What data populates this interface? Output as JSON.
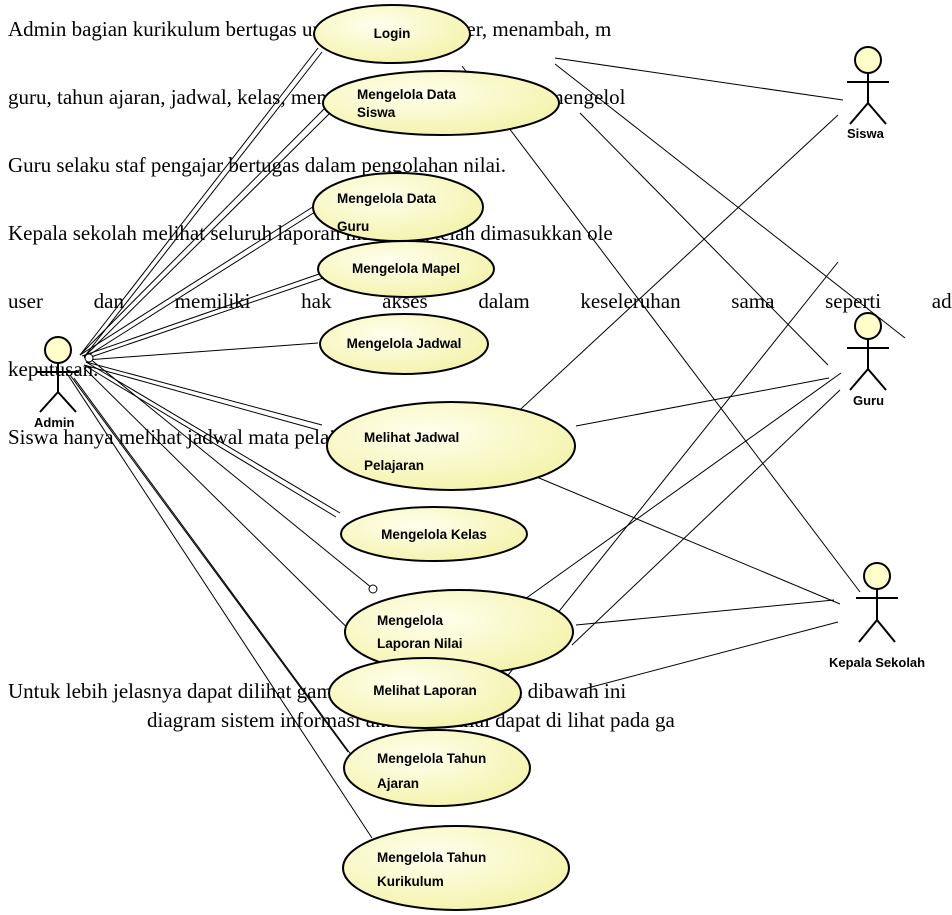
{
  "text": {
    "para1_line1": "Admin bagian kurikulum bertugas untuk mengelola user, menambah, m",
    "para1_line2": "guru, tahun ajaran, jadwal, kelas, mengelola mata pelajaran dan mengelol",
    "para2": "Guru selaku staf pengajar bertugas dalam pengolahan nilai.",
    "para3_line1": "Kepala sekolah melihat seluruh laporan nilai yang telah dimasukkan ole",
    "para3_line2_words": [
      "user",
      "dan",
      "memiliki",
      "hak",
      "akses",
      "dalam",
      "keseleruhan",
      "sama",
      "seperti",
      "adm"
    ],
    "para3_line3": "keputusan.",
    "para4": "Siswa hanya melihat jadwal mata pelajaran dan nilai",
    "caption_line1": "Untuk lebih jelasnya dapat dilihat gambar Use Case Diagram dibawah ini",
    "caption_line2": "diagram sistem informasi akademik nilai dapat di lihat pada ga"
  },
  "diagram": {
    "actors": {
      "admin": "Admin",
      "siswa": "Siswa",
      "guru": "Guru",
      "kepala": "Kepala Sekolah"
    },
    "use_cases": {
      "login": [
        "Login"
      ],
      "siswa": [
        "Mengelola Data",
        "Siswa"
      ],
      "guru": [
        "Mengelola Data",
        "Guru"
      ],
      "mapel": [
        "Mengelola Mapel"
      ],
      "jadwal": [
        "Mengelola Jadwal"
      ],
      "lihat_jadwal": [
        "Melihat Jadwal",
        "Pelajaran"
      ],
      "kelas": [
        "Mengelola Kelas"
      ],
      "laporan_nilai": [
        "Mengelola",
        "Laporan Nilai"
      ],
      "lihat_laporan": [
        "Melihat Laporan"
      ],
      "tahun_ajaran": [
        "Mengelola Tahun",
        "Ajaran"
      ],
      "tahun_kurikulum": [
        "Mengelola Tahun",
        "Kurikulum"
      ]
    },
    "colors": {
      "usecase_fill": "#ffffcc",
      "usecase_stroke": "#000000",
      "line": "#000000",
      "actor_head": "#ffffcc"
    }
  }
}
